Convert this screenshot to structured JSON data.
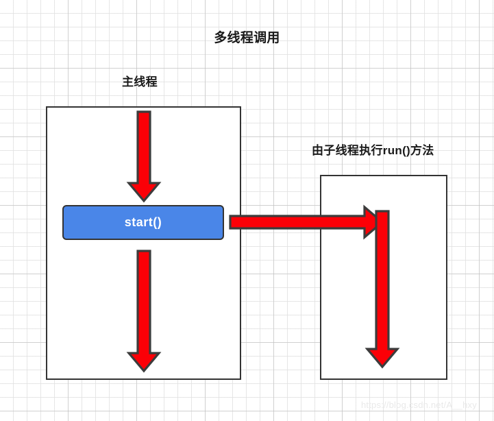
{
  "diagram": {
    "title": "多线程调用",
    "labels": {
      "main_thread": "主线程",
      "child_thread": "由子线程执行run()方法"
    },
    "nodes": [
      {
        "id": "main-thread-box",
        "type": "container",
        "label": "主线程"
      },
      {
        "id": "start-method-box",
        "type": "process",
        "label": "start()",
        "fill": "#4a86e8",
        "text_color": "#ffffff"
      },
      {
        "id": "child-thread-box",
        "type": "container",
        "label": "由子线程执行run()方法"
      }
    ],
    "start_method": {
      "label": "start()"
    },
    "arrows": [
      {
        "id": "arrow-main-top",
        "direction": "down",
        "from": "main-thread-top",
        "to": "start-method-box",
        "color": "#fb0007"
      },
      {
        "id": "arrow-main-bottom",
        "direction": "down",
        "from": "start-method-box",
        "to": "main-thread-bottom",
        "color": "#fb0007"
      },
      {
        "id": "arrow-start-to-child",
        "direction": "right",
        "from": "start-method-box",
        "to": "child-thread-box",
        "color": "#fb0007"
      },
      {
        "id": "arrow-child-down",
        "direction": "down",
        "from": "child-thread-top",
        "to": "child-thread-bottom",
        "color": "#fb0007"
      }
    ],
    "colors": {
      "arrow_fill": "#fb0007",
      "arrow_stroke": "#3c3c3c",
      "box_border": "#333333",
      "accent_blue": "#4a86e8",
      "text": "#1a1a1a",
      "grid_minor": "#e1e1e1",
      "grid_major": "#bebebe",
      "watermark": "#e9e9e9"
    },
    "watermark": "https://blog.csdn.net/A__hxy"
  }
}
